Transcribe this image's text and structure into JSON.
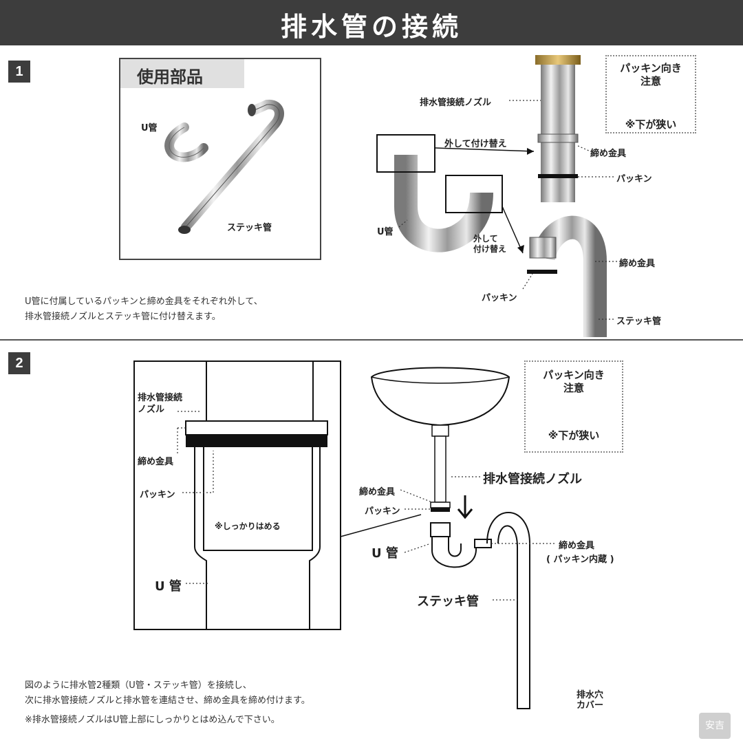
{
  "header": {
    "title": "排水管の接続"
  },
  "step1": {
    "number": "1",
    "parts_title": "使用部品",
    "parts": {
      "u_pipe": "U管",
      "stick_pipe": "ステッキ管"
    },
    "labels": {
      "nozzle": "排水管接続ノズル",
      "swap1": "外して付け替え",
      "tighten_top": "締め金具",
      "packing_top": "パッキン",
      "u_pipe": "U管",
      "swap2": "外して\n付け替え",
      "tighten_bottom": "締め金具",
      "packing_bottom": "パッキン",
      "stick_pipe": "ステッキ管"
    },
    "packing_note": {
      "title": "パッキン向き\n注意",
      "note": "※下が狭い"
    },
    "description": [
      "U管に付属しているパッキンと締め金具をそれぞれ外して、",
      "排水管接続ノズルとステッキ管に付け替えます。"
    ]
  },
  "step2": {
    "number": "2",
    "detail_labels": {
      "nozzle": "排水管接続\nノズル",
      "tighten": "締め金具",
      "packing": "パッキン",
      "note_fit": "※しっかりはめる",
      "u_pipe": "U 管"
    },
    "main_labels": {
      "nozzle": "排水管接続ノズル",
      "tighten": "締め金具",
      "packing": "パッキン",
      "u_pipe": "U 管",
      "tighten_right": "締め金具",
      "tighten_right_sub": "( パッキン内蔵 )",
      "stick_pipe": "ステッキ管",
      "drain_cover": "排水穴\nカバー"
    },
    "packing_note": {
      "title": "パッキン向き\n注意",
      "note": "※下が狭い"
    },
    "description": [
      "図のように排水管2種類（U管・ステッキ管）を接続し、",
      "次に排水管接続ノズルと排水管を連結させ、締め金具を締め付けます。",
      "※排水管接続ノズルはU管上部にしっかりとはめ込んで下さい。"
    ]
  },
  "watermark": "安吉",
  "colors": {
    "header_bg": "#3d3d3d",
    "chrome": "#b8b8b8",
    "black": "#111111"
  }
}
